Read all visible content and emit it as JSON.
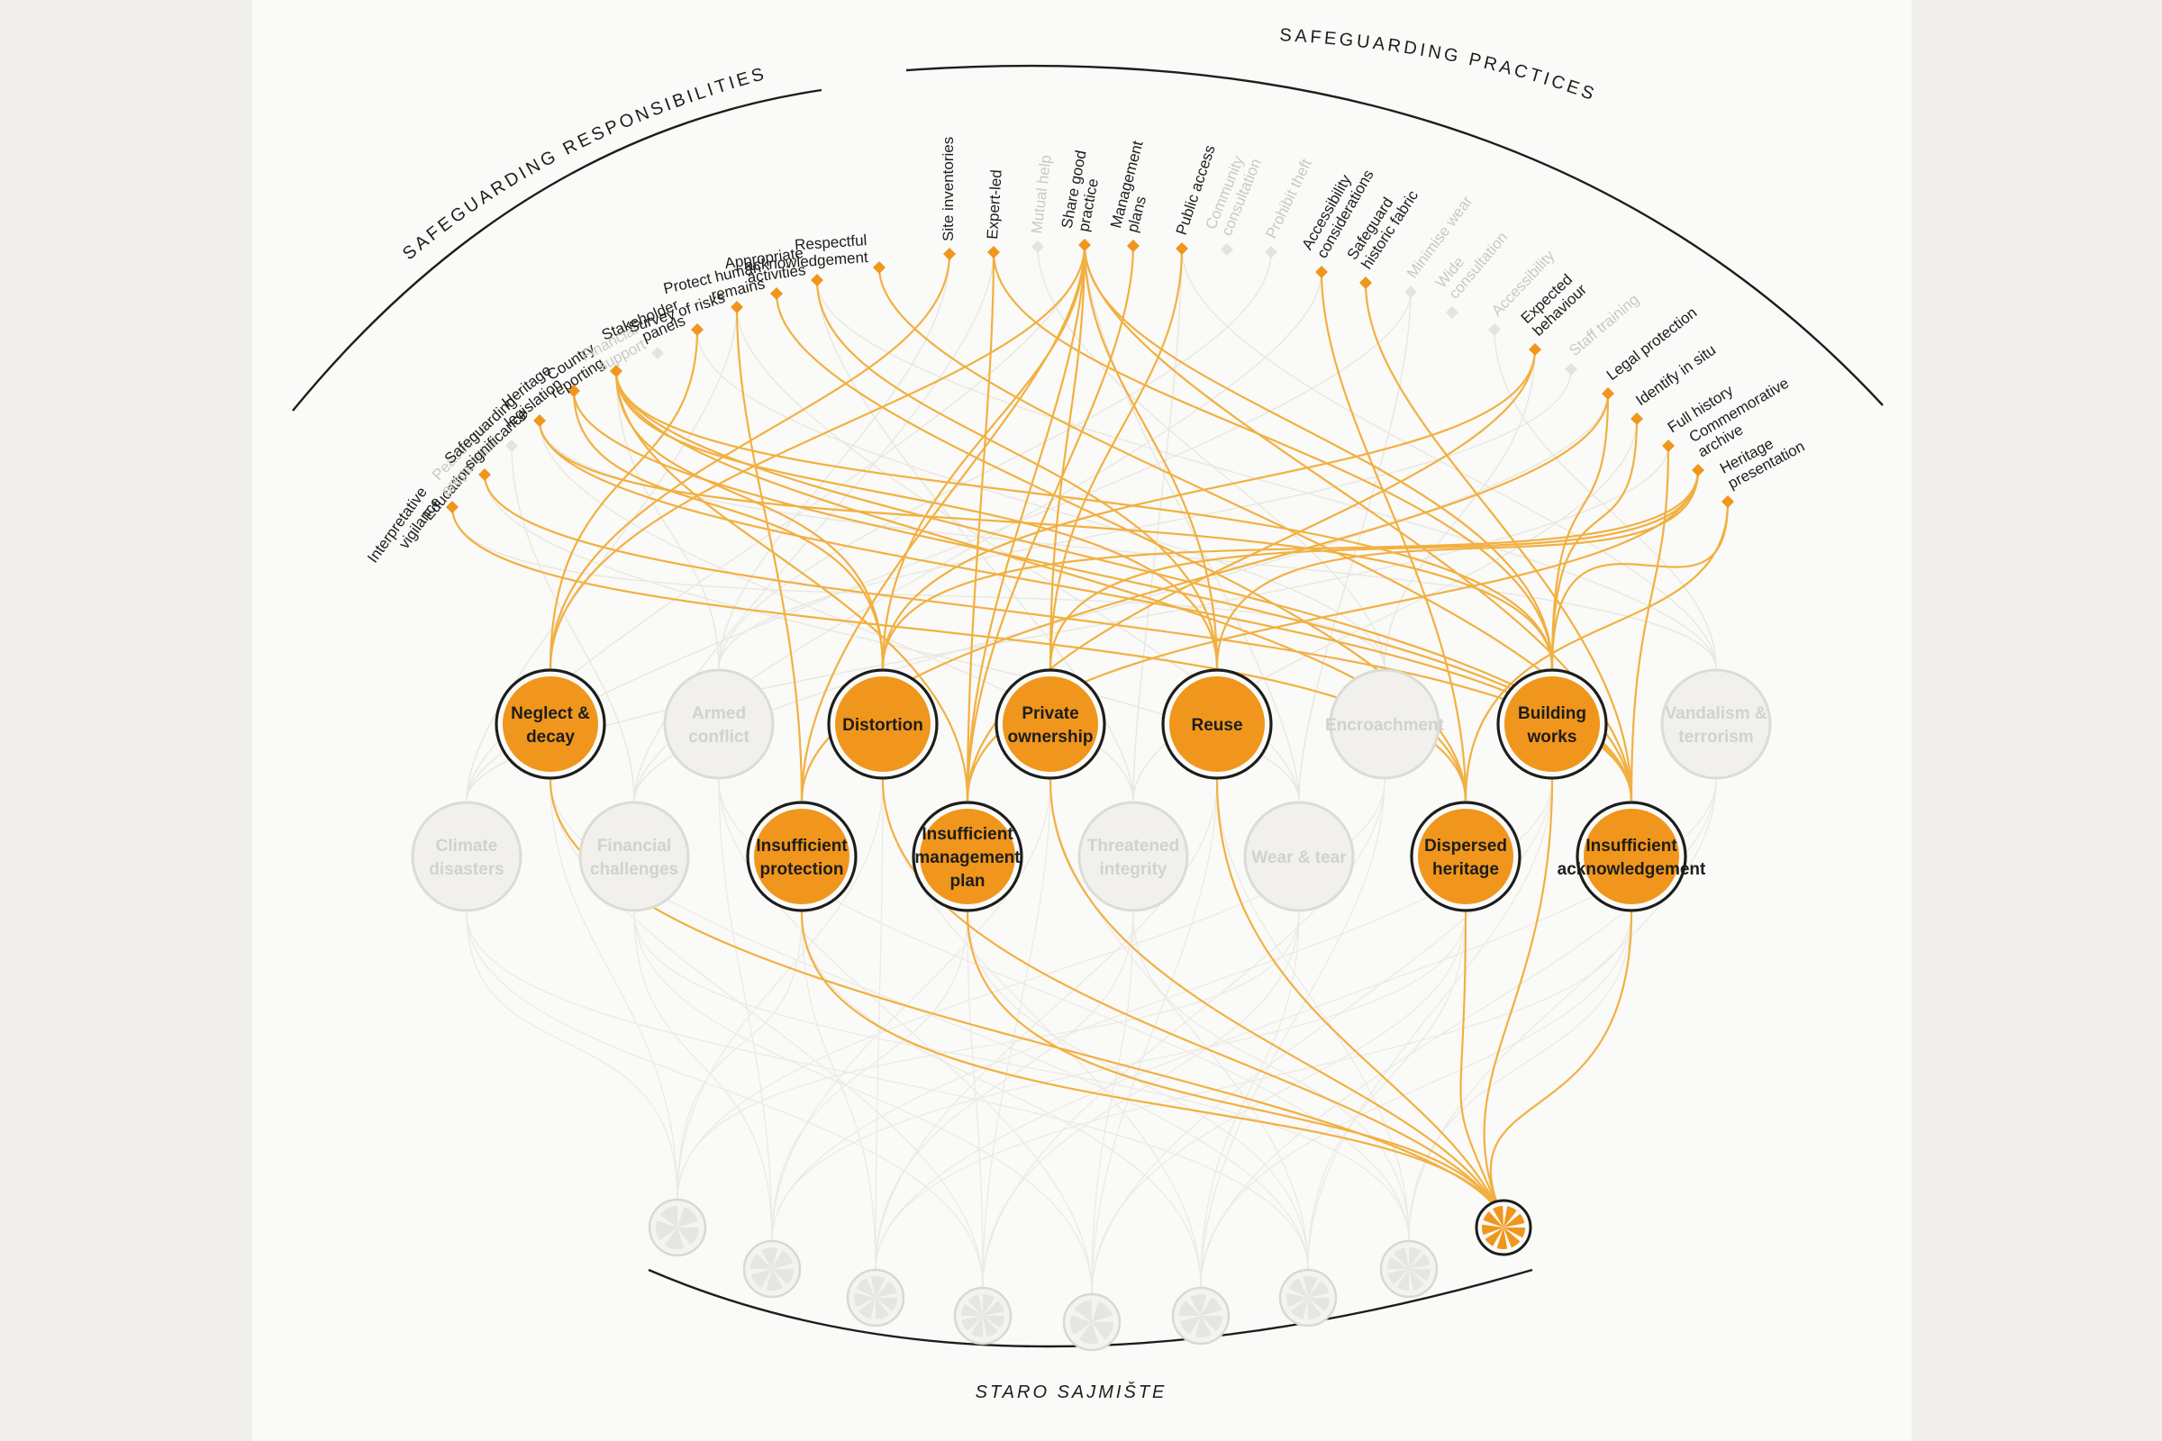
{
  "titles": {
    "responsibilities": "SAFEGUARDING RESPONSIBILITIES",
    "practices": "SAFEGUARDING PRACTICES",
    "site": "STARO SAJMIŠTE"
  },
  "colors": {
    "accent": "#f0961c",
    "link": "#f2b041",
    "outline": "#1d1d1b",
    "dim": "#d8d8d2"
  },
  "responsibilities": [
    {
      "id": "interpretative_vigilance",
      "label": "Interpretative vigilance",
      "active": true
    },
    {
      "id": "education",
      "label": "Education",
      "active": true
    },
    {
      "id": "peacetime_preparation",
      "label": "Peacetime preparation",
      "active": false
    },
    {
      "id": "safeguarding_significance",
      "label": "Safeguarding significance",
      "active": true
    },
    {
      "id": "heritage_legislation",
      "label": "Heritage legislation",
      "active": true
    },
    {
      "id": "country_reporting",
      "label": "Country reporting",
      "active": true
    },
    {
      "id": "financial_support",
      "label": "Financial support",
      "active": false
    },
    {
      "id": "stakeholder_panels",
      "label": "Stakeholder panels",
      "active": true
    },
    {
      "id": "survey_of_risks",
      "label": "Survey of risks",
      "active": true
    },
    {
      "id": "protect_human_remains",
      "label": "Protect human remains",
      "active": true
    },
    {
      "id": "appropriate_activities",
      "label": "Appropriate activities",
      "active": true
    },
    {
      "id": "respectful_acknowledgement",
      "label": "Respectful acknowledgement",
      "active": true
    }
  ],
  "practices": [
    {
      "id": "site_inventories",
      "label": "Site inventories",
      "active": true
    },
    {
      "id": "expert_led",
      "label": "Expert-led",
      "active": true
    },
    {
      "id": "mutual_help",
      "label": "Mutual help",
      "active": false
    },
    {
      "id": "share_good_practice",
      "label": "Share good practice",
      "active": true
    },
    {
      "id": "management_plans",
      "label": "Management plans",
      "active": true
    },
    {
      "id": "public_access",
      "label": "Public access",
      "active": true
    },
    {
      "id": "community_consultation",
      "label": "Community consultation",
      "active": false
    },
    {
      "id": "prohibit_theft",
      "label": "Prohibit theft",
      "active": false
    },
    {
      "id": "accessibility_considerations",
      "label": "Accessibility considerations",
      "active": true
    },
    {
      "id": "safeguard_historic_fabric",
      "label": "Safeguard historic fabric",
      "active": true
    },
    {
      "id": "minimise_wear",
      "label": "Minimise wear",
      "active": false
    },
    {
      "id": "wide_consultation",
      "label": "Wide consultation",
      "active": false
    },
    {
      "id": "accessibility",
      "label": "Accessibility",
      "active": false
    },
    {
      "id": "expected_behaviour",
      "label": "Expected behaviour",
      "active": true
    },
    {
      "id": "staff_training",
      "label": "Staff training",
      "active": false
    },
    {
      "id": "legal_protection",
      "label": "Legal protection",
      "active": true
    },
    {
      "id": "identify_in_situ",
      "label": "Identify in situ",
      "active": true
    },
    {
      "id": "full_history",
      "label": "Full history",
      "active": true
    },
    {
      "id": "commemorative_archive",
      "label": "Commemorative archive",
      "active": true
    },
    {
      "id": "heritage_presentation",
      "label": "Heritage presentation",
      "active": true
    }
  ],
  "threats": [
    {
      "id": "neglect",
      "label": "Neglect & decay",
      "active": true
    },
    {
      "id": "armed",
      "label": "Armed conflict",
      "active": false
    },
    {
      "id": "distortion",
      "label": "Distortion",
      "active": true
    },
    {
      "id": "private",
      "label": "Private ownership",
      "active": true
    },
    {
      "id": "reuse",
      "label": "Reuse",
      "active": true
    },
    {
      "id": "encroachment",
      "label": "Encroachment",
      "active": false
    },
    {
      "id": "building",
      "label": "Building works",
      "active": true
    },
    {
      "id": "vandalism",
      "label": "Vandalism & terrorism",
      "active": false
    },
    {
      "id": "climate",
      "label": "Climate disasters",
      "active": false
    },
    {
      "id": "financial",
      "label": "Financial challenges",
      "active": false
    },
    {
      "id": "insuff_protection",
      "label": "Insufficient protection",
      "active": true
    },
    {
      "id": "insuff_management",
      "label": "Insufficient management plan",
      "active": true
    },
    {
      "id": "threatened",
      "label": "Threatened integrity",
      "active": false
    },
    {
      "id": "wear",
      "label": "Wear & tear",
      "active": false
    },
    {
      "id": "dispersed",
      "label": "Dispersed heritage",
      "active": true
    },
    {
      "id": "insuff_ack",
      "label": "Insufficient acknowledgement",
      "active": true
    }
  ],
  "sites": [
    {
      "id": "site_1",
      "active": false
    },
    {
      "id": "site_2",
      "active": false
    },
    {
      "id": "site_3",
      "active": false
    },
    {
      "id": "site_4",
      "active": false
    },
    {
      "id": "site_5",
      "active": false
    },
    {
      "id": "site_6",
      "active": false
    },
    {
      "id": "site_7",
      "active": false
    },
    {
      "id": "site_8",
      "active": false
    },
    {
      "id": "staro_sajmiste",
      "active": true
    }
  ],
  "links": [
    [
      "interpretative_vigilance",
      "dispersed"
    ],
    [
      "education",
      "insuff_ack"
    ],
    [
      "safeguarding_significance",
      "building"
    ],
    [
      "safeguarding_significance",
      "insuff_ack"
    ],
    [
      "heritage_legislation",
      "distortion"
    ],
    [
      "heritage_legislation",
      "insuff_ack"
    ],
    [
      "country_reporting",
      "distortion"
    ],
    [
      "country_reporting",
      "insuff_management"
    ],
    [
      "country_reporting",
      "reuse"
    ],
    [
      "country_reporting",
      "building"
    ],
    [
      "country_reporting",
      "dispersed"
    ],
    [
      "country_reporting",
      "insuff_ack"
    ],
    [
      "stakeholder_panels",
      "neglect"
    ],
    [
      "survey_of_risks",
      "insuff_protection"
    ],
    [
      "protect_human_remains",
      "dispersed"
    ],
    [
      "appropriate_activities",
      "reuse"
    ],
    [
      "respectful_acknowledgement",
      "insuff_ack"
    ],
    [
      "site_inventories",
      "neglect"
    ],
    [
      "expert_led",
      "insuff_management"
    ],
    [
      "expert_led",
      "building"
    ],
    [
      "share_good_practice",
      "neglect"
    ],
    [
      "share_good_practice",
      "distortion"
    ],
    [
      "share_good_practice",
      "private"
    ],
    [
      "share_good_practice",
      "insuff_protection"
    ],
    [
      "share_good_practice",
      "insuff_management"
    ],
    [
      "share_good_practice",
      "reuse"
    ],
    [
      "share_good_practice",
      "building"
    ],
    [
      "share_good_practice",
      "insuff_ack"
    ],
    [
      "management_plans",
      "insuff_management"
    ],
    [
      "public_access",
      "private"
    ],
    [
      "accessibility_considerations",
      "dispersed"
    ],
    [
      "safeguard_historic_fabric",
      "insuff_ack"
    ],
    [
      "expected_behaviour",
      "distortion"
    ],
    [
      "expected_behaviour",
      "insuff_management"
    ],
    [
      "legal_protection",
      "insuff_protection"
    ],
    [
      "legal_protection",
      "building"
    ],
    [
      "identify_in_situ",
      "building"
    ],
    [
      "full_history",
      "insuff_ack"
    ],
    [
      "commemorative_archive",
      "distortion"
    ],
    [
      "commemorative_archive",
      "private"
    ],
    [
      "commemorative_archive",
      "insuff_management"
    ],
    [
      "commemorative_archive",
      "reuse"
    ],
    [
      "heritage_presentation",
      "building"
    ],
    [
      "heritage_presentation",
      "dispersed"
    ],
    [
      "neglect",
      "staro_sajmiste"
    ],
    [
      "distortion",
      "staro_sajmiste"
    ],
    [
      "private",
      "staro_sajmiste"
    ],
    [
      "reuse",
      "staro_sajmiste"
    ],
    [
      "building",
      "staro_sajmiste"
    ],
    [
      "insuff_protection",
      "staro_sajmiste"
    ],
    [
      "insuff_management",
      "staro_sajmiste"
    ],
    [
      "dispersed",
      "staro_sajmiste"
    ],
    [
      "insuff_ack",
      "staro_sajmiste"
    ]
  ]
}
